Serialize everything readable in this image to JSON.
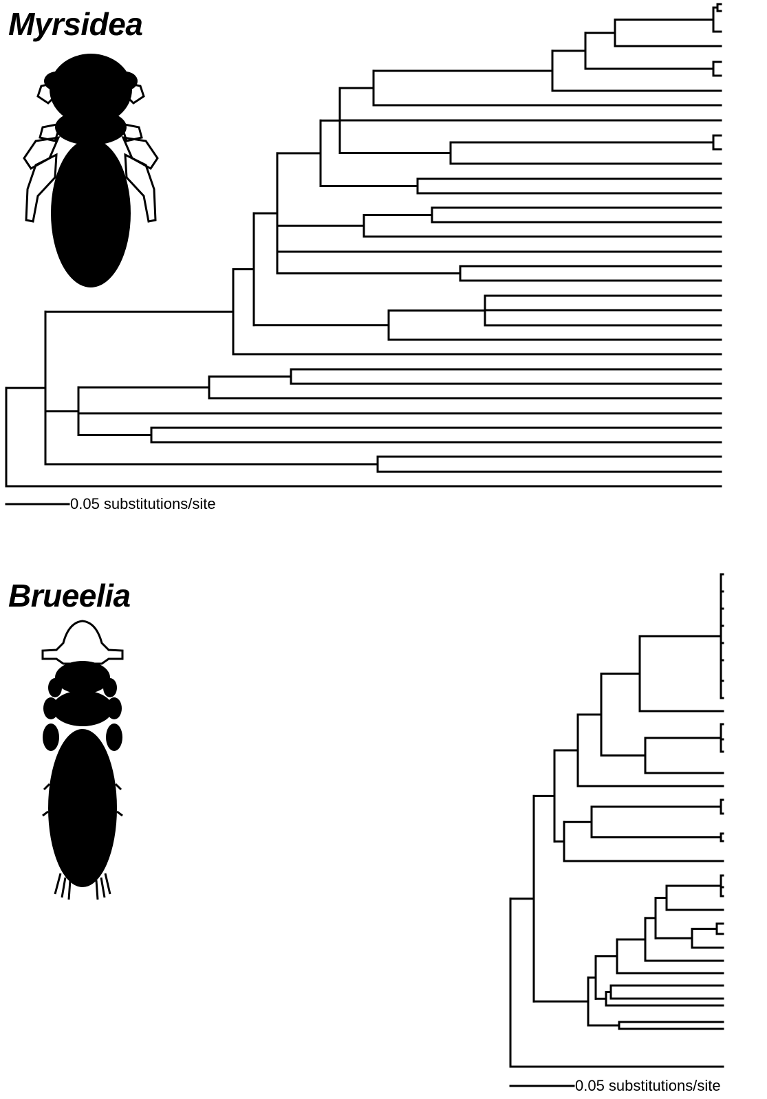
{
  "panels": [
    {
      "genus": "Myrsidea",
      "silhouette": "myrsidea-louse-silhouette",
      "scale_bar_label": "0.05 substitutions/site"
    },
    {
      "genus": "Brueelia",
      "silhouette": "brueelia-louse-silhouette",
      "scale_bar_label": "0.05 substitutions/site"
    }
  ],
  "colors": {
    "ink": "#000000",
    "background": "#ffffff"
  }
}
